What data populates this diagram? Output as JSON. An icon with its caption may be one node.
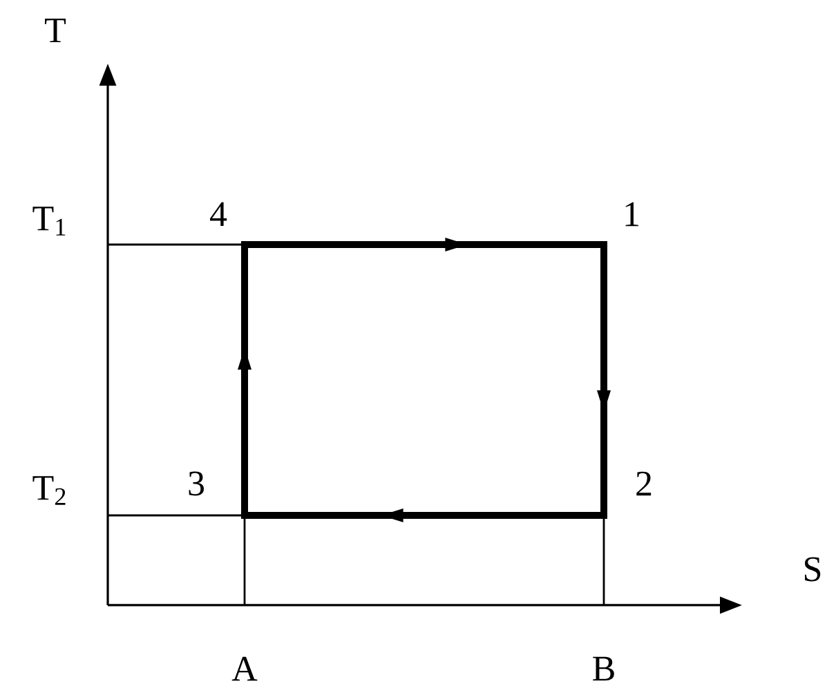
{
  "diagram": {
    "nodes": [
      {
        "text": [
          "4"
        ]
      },
      {
        "text": [
          "1"
        ]
      },
      {
        "text": [
          "2"
        ]
      },
      {
        "text": [
          "3"
        ]
      }
    ],
    "edges": [
      {
        "from": 0,
        "to": 1,
        "arrow": "to"
      },
      {
        "from": 1,
        "to": 2,
        "arrow": "to"
      },
      {
        "from": 2,
        "to": 3,
        "arrow": "to"
      },
      {
        "from": 3,
        "to": 0,
        "arrow": "to"
      }
    ],
    "labels": [
      "T",
      "T$_{1}$",
      "T$_{2}$",
      "S",
      "A",
      "B"
    ]
  }
}
